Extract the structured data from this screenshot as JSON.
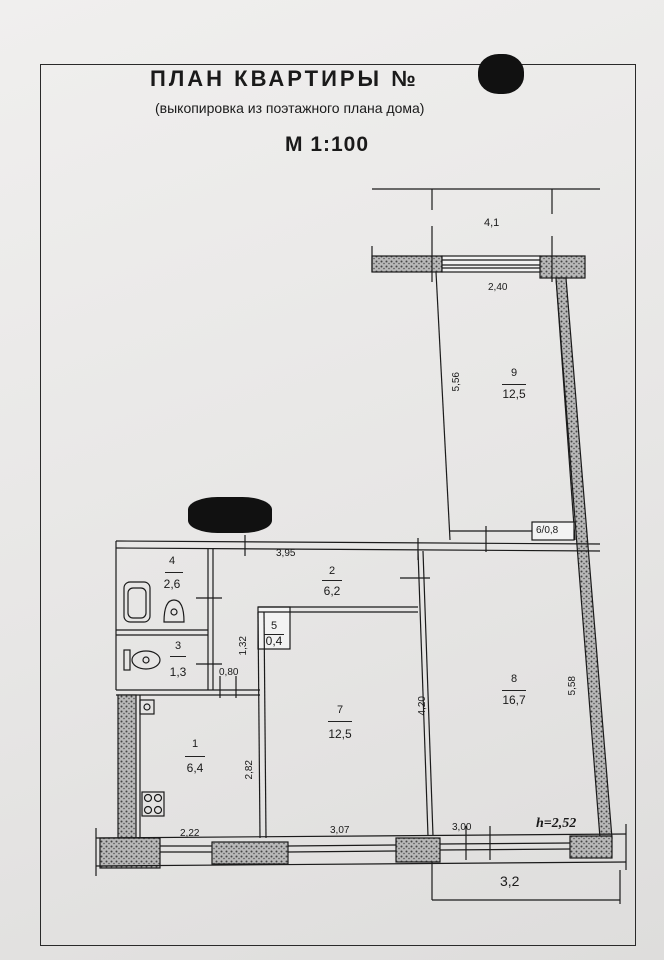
{
  "header": {
    "title": "ПЛАН КВАРТИРЫ №",
    "subtitle": "(выкопировка из поэтажного плана дома)",
    "scale": "М 1:100"
  },
  "dimensions": {
    "top_outer": "4,1",
    "window_top": "2,40",
    "wall_9_len": "5,56",
    "corridor_len": "3,95",
    "door_1_32": "1,32",
    "door_0_80": "0,80",
    "room7_depth": "4,20",
    "right_wall": "5,58",
    "room1_depth": "2,82",
    "bottom_1": "2,22",
    "bottom_2": "3,07",
    "bottom_3": "3,00",
    "height": "h=2,52",
    "bottom_outer": "3,2",
    "balcony_mark": "6/0,8"
  },
  "rooms": [
    {
      "id": "4",
      "area": "2,6"
    },
    {
      "id": "2",
      "area": "6,2"
    },
    {
      "id": "3",
      "area": "1,3"
    },
    {
      "id": "5",
      "area": "0,4"
    },
    {
      "id": "1",
      "area": "6,4"
    },
    {
      "id": "7",
      "area": "12,5"
    },
    {
      "id": "8",
      "area": "16,7"
    },
    {
      "id": "9",
      "area": "12,5"
    }
  ],
  "colors": {
    "ink": "#1a1a1a",
    "paper": "#efeeed",
    "redaction": "#111111"
  }
}
